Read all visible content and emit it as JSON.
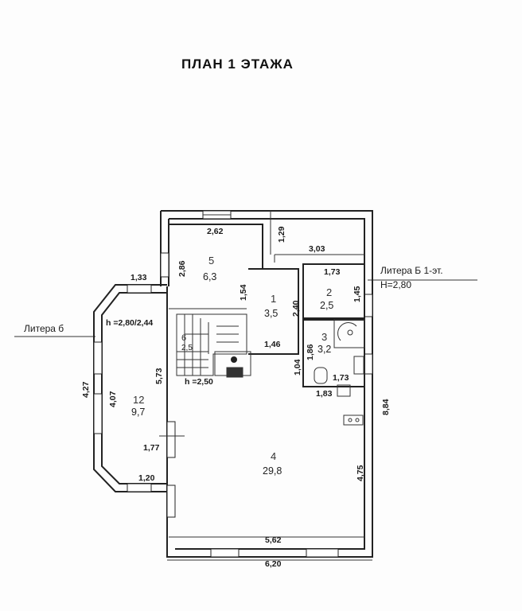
{
  "title": "ПЛАН  1  ЭТАЖА",
  "annotations": {
    "litera_b_left": "Литера  б",
    "litera_b_right": "Литера  Б 1-эт.",
    "height_right": "Н=2,80",
    "height_veranda": "h =2,80/2,44",
    "height_stair": "h =2,50"
  },
  "rooms": [
    {
      "num": "5",
      "area": "6,3"
    },
    {
      "num": "1",
      "area": "3,5"
    },
    {
      "num": "2",
      "area": "2,5"
    },
    {
      "num": "3",
      "area": "3,2"
    },
    {
      "num": "4",
      "area": "29,8"
    },
    {
      "num": "12",
      "area": "9,7"
    },
    {
      "num": "6",
      "area": "2,5"
    }
  ],
  "dimensions": {
    "d262": "2,62",
    "d129": "1,29",
    "d303": "3,03",
    "d286": "2,86",
    "d173a": "1,73",
    "d154": "1,54",
    "d145": "1,45",
    "d240": "2,40",
    "d146": "1,46",
    "d186": "1,86",
    "d104": "1,04",
    "d173b": "1,73",
    "d183": "1,83",
    "d133": "1,33",
    "d573": "5,73",
    "d427": "4,27",
    "d407": "4,07",
    "d884": "8,84",
    "d177": "1,77",
    "d475": "4,75",
    "d120": "1,20",
    "d562": "5,62",
    "d620": "6,20"
  }
}
